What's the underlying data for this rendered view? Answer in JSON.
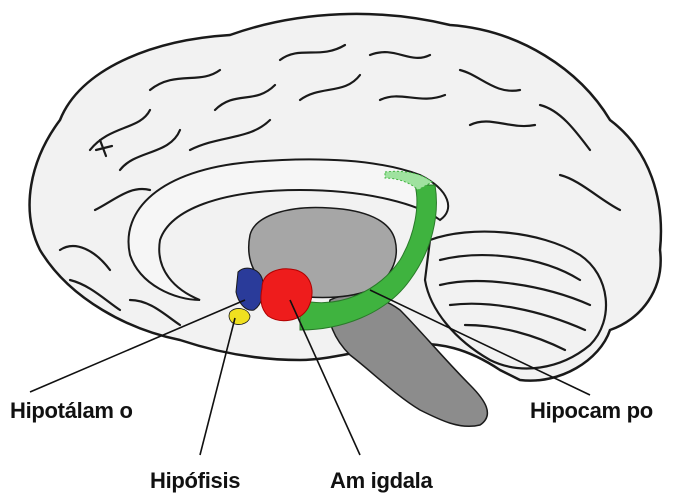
{
  "labels": {
    "hypothalamus": "Hipotálam o",
    "pituitary": "Hipófisis",
    "amygdala": "Am igdala",
    "hippocampus": "Hipocam po"
  },
  "colors": {
    "brain_fill": "#f2f2f2",
    "brainstem": "#8c8c8c",
    "thalamus": "#a6a6a6",
    "hypothalamus": "#2a3b9a",
    "pituitary": "#f0e020",
    "amygdala": "#ee1c1c",
    "hippocampus": "#3fb33f",
    "outline": "#1a1a1a"
  }
}
